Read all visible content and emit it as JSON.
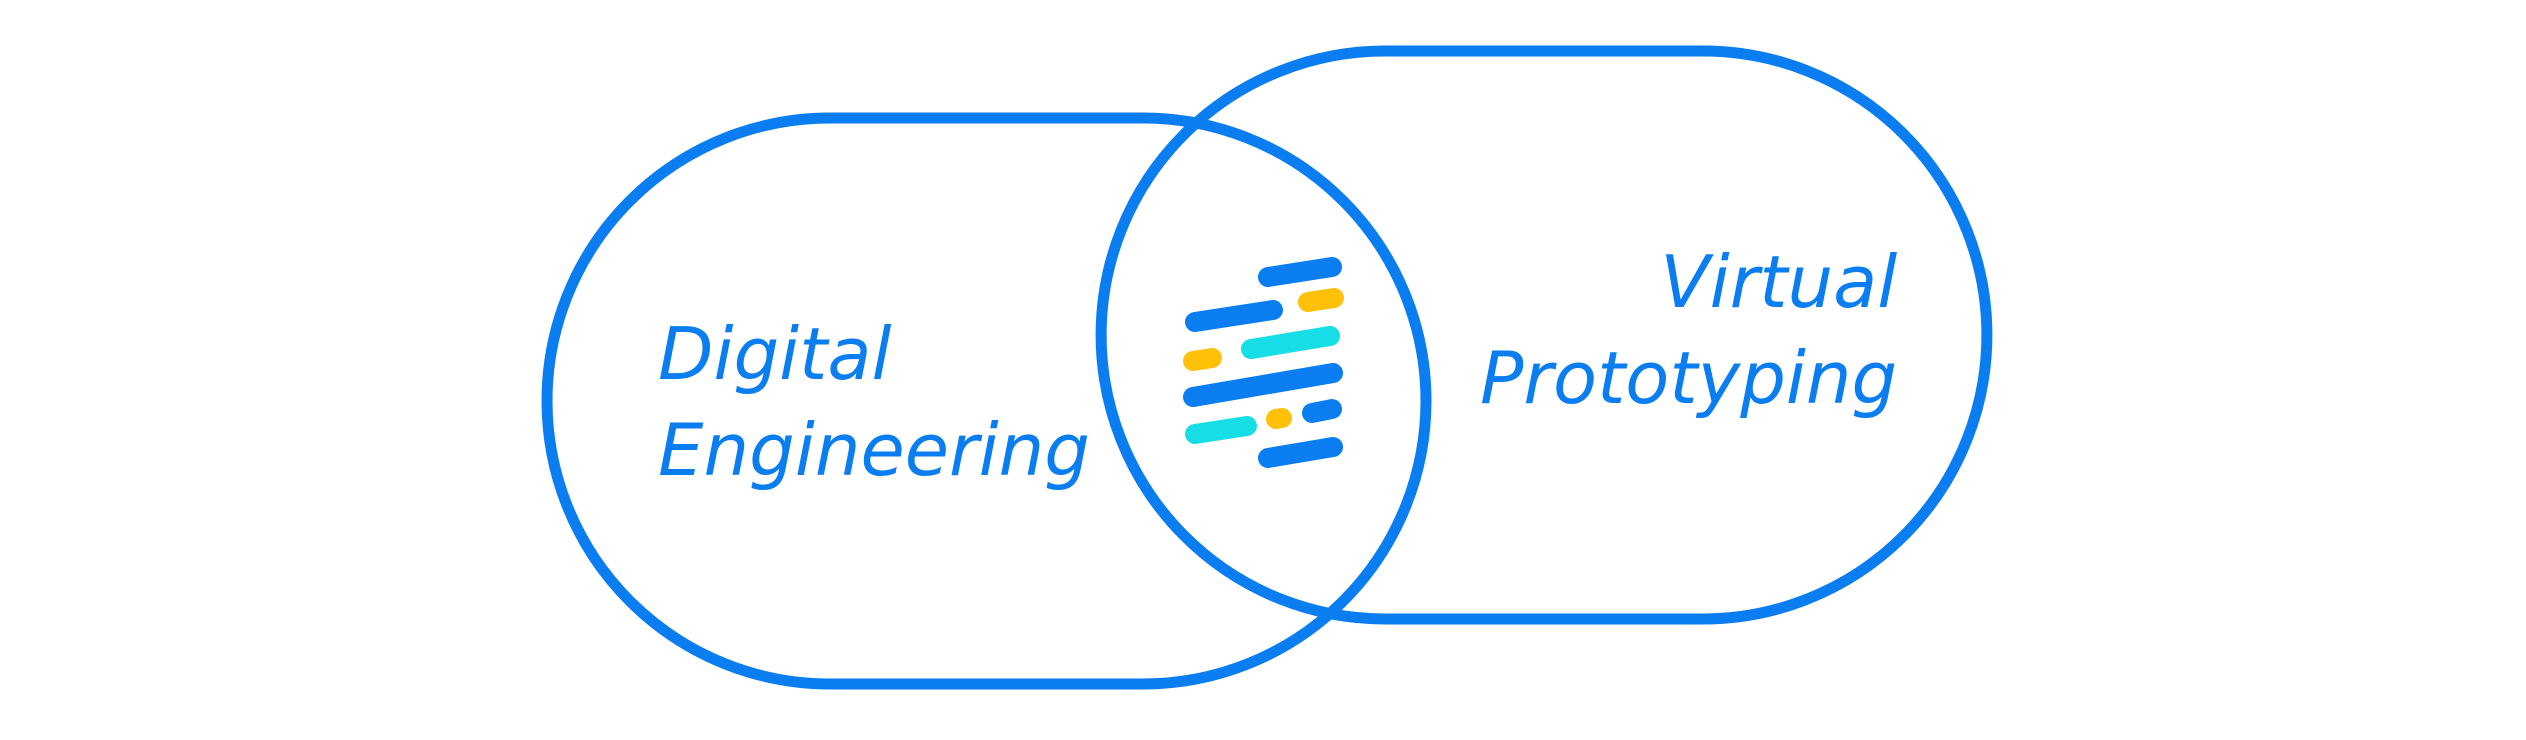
{
  "colors": {
    "outline": "#0a7df0",
    "bar_blue": "#0a7df0",
    "bar_cyan": "#17dde6",
    "bar_yellow": "#ffc107",
    "background": "#ffffff"
  },
  "left_shape": {
    "label_lines": [
      "Digital",
      "Engineering"
    ]
  },
  "right_shape": {
    "label_lines": [
      "Virtual",
      "Prototyping"
    ]
  },
  "center_logo": {
    "icon": "striped-bars-logo-icon",
    "bars": [
      {
        "color": "bar_blue"
      },
      {
        "color": "bar_yellow"
      },
      {
        "color": "bar_blue"
      },
      {
        "color": "bar_yellow"
      },
      {
        "color": "bar_cyan"
      },
      {
        "color": "bar_blue"
      },
      {
        "color": "bar_cyan"
      },
      {
        "color": "bar_yellow"
      },
      {
        "color": "bar_blue"
      },
      {
        "color": "bar_blue"
      }
    ]
  }
}
